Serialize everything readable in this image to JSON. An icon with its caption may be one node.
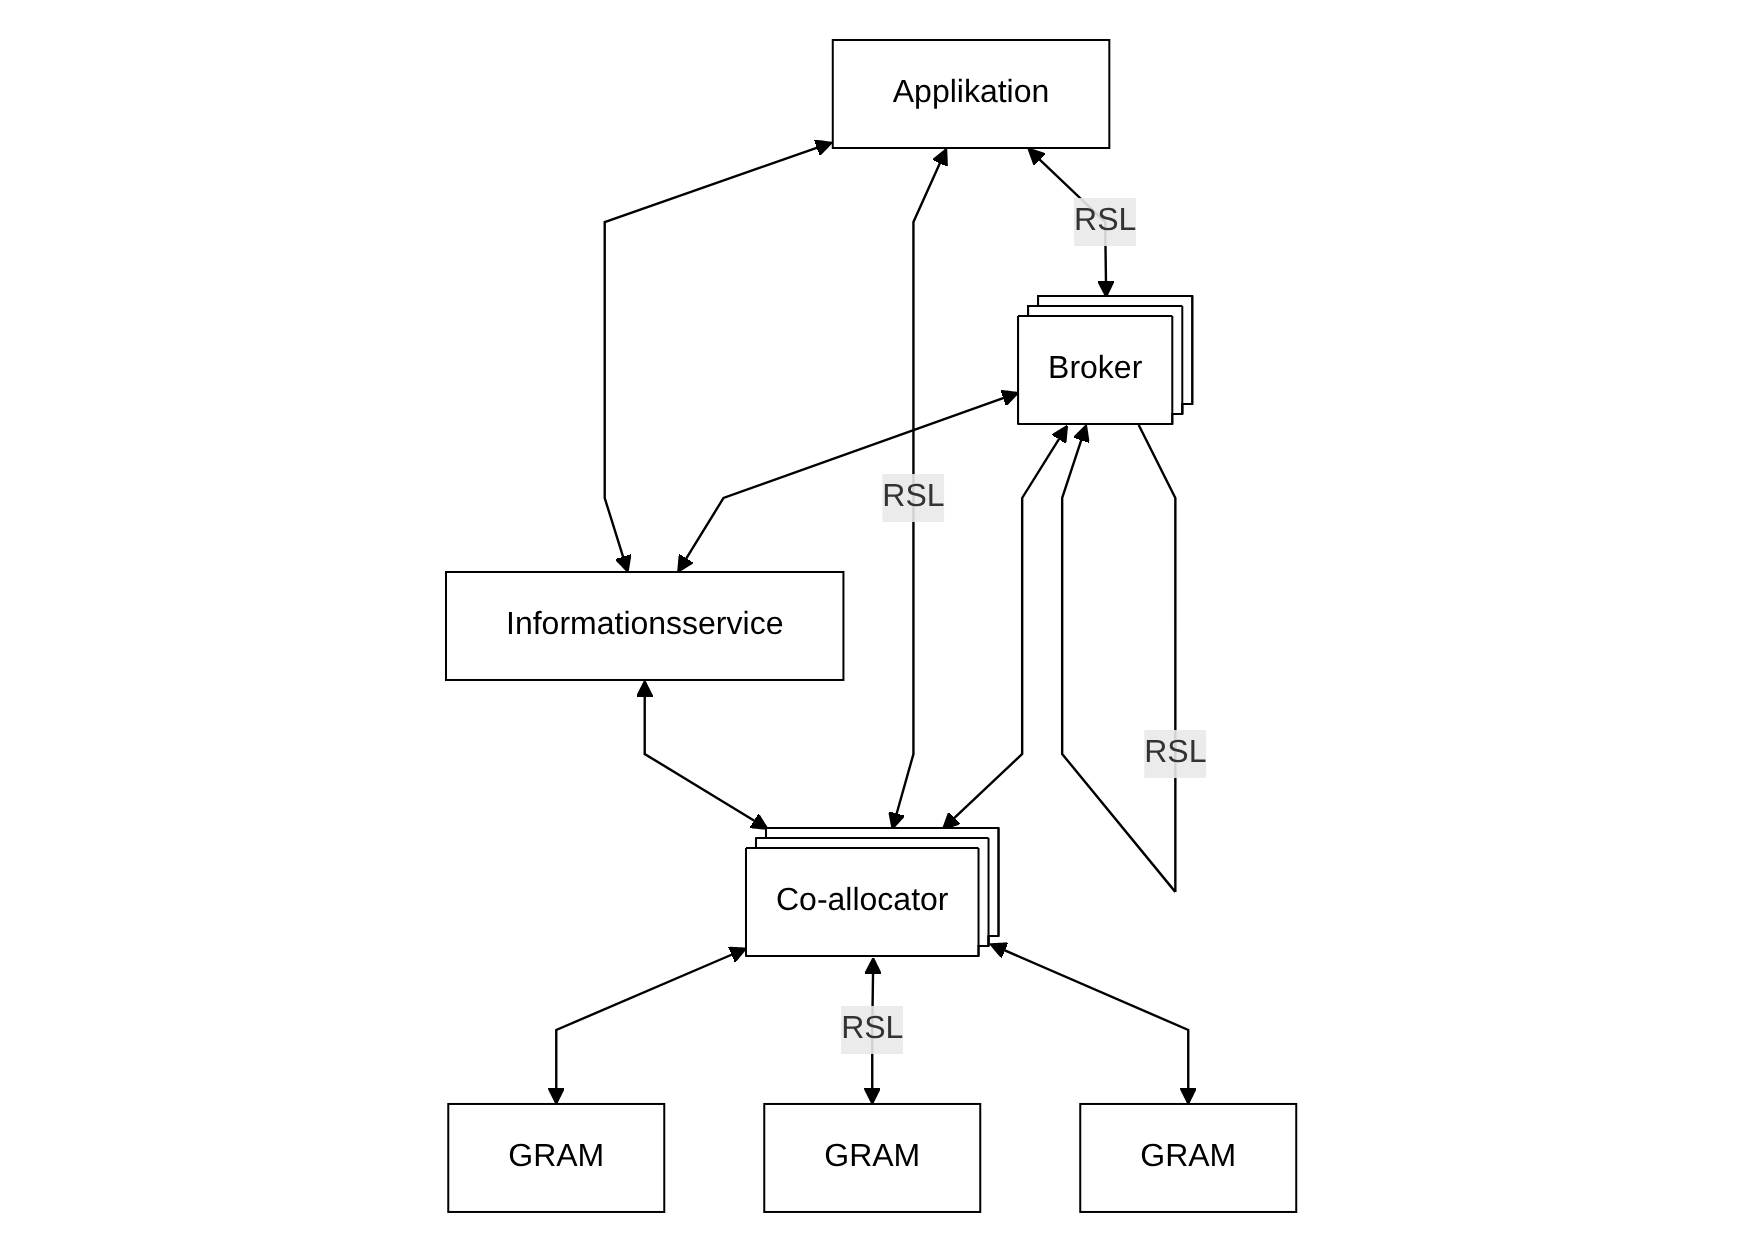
{
  "diagram": {
    "nodes": [
      {
        "text": [
          "Broker"
        ]
      },
      {
        "text": [
          "Applikation"
        ]
      },
      {
        "text": [
          "Informationsservice"
        ]
      },
      {
        "text": [
          "Co-allocator"
        ]
      },
      {
        "text": [
          "GRAM"
        ]
      },
      {
        "text": [
          "GRAM"
        ]
      },
      {
        "text": [
          "GRAM"
        ]
      }
    ],
    "edges": [
      {
        "from": 0,
        "to": 0,
        "arrow": "to",
        "label": "RSL"
      },
      {
        "from": 1,
        "to": 0,
        "arrow": "both",
        "label": "RSL"
      },
      {
        "from": 0,
        "to": 3,
        "arrow": "both"
      },
      {
        "from": 0,
        "to": 2,
        "arrow": "both"
      },
      {
        "from": 1,
        "to": 2,
        "arrow": "both"
      },
      {
        "from": 1,
        "to": 3,
        "arrow": "both",
        "label": "RSL"
      },
      {
        "from": 2,
        "to": 3,
        "arrow": "both"
      },
      {
        "from": 3,
        "to": 4,
        "arrow": "both"
      },
      {
        "from": 3,
        "to": 5,
        "arrow": "both",
        "label": "RSL"
      },
      {
        "from": 3,
        "to": 6,
        "arrow": "both"
      }
    ]
  }
}
